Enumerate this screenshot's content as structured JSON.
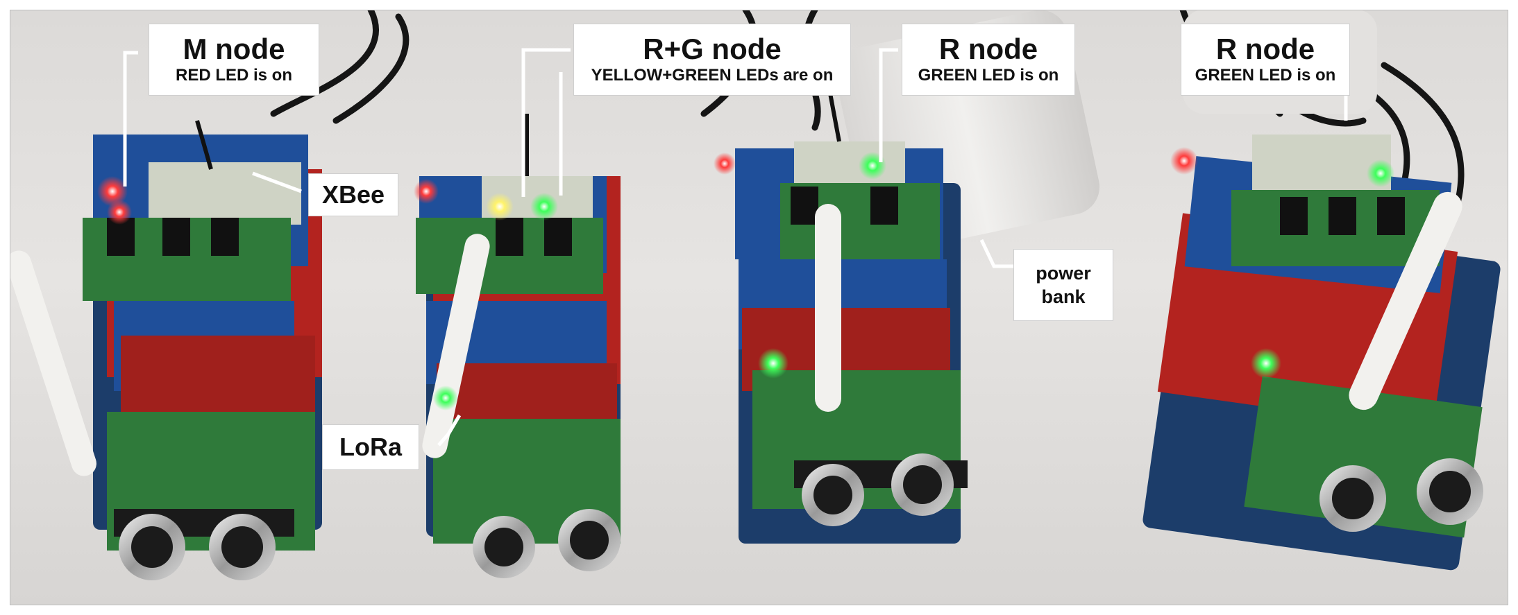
{
  "labels": {
    "m_node": {
      "title": "M node",
      "subtitle": "RED LED is on"
    },
    "rg_node": {
      "title": "R+G node",
      "subtitle": "YELLOW+GREEN LEDs are on"
    },
    "r_node_1": {
      "title": "R node",
      "subtitle": "GREEN LED is on"
    },
    "r_node_2": {
      "title": "R node",
      "subtitle": "GREEN LED is on"
    },
    "xbee": "XBee",
    "lora": "LoRa",
    "power_bank_line1": "power",
    "power_bank_line2": "bank"
  },
  "led_colors": {
    "red": "#ff2a2a",
    "yellow": "#fff36a",
    "green": "#3dff5a"
  },
  "board_colors": {
    "pcb_green": "#2f7a3a",
    "shield_blue": "#1f4f9a",
    "board_red": "#b3231f",
    "antenna_white": "#f2f1ee",
    "power_bank": "#e9e7e5"
  }
}
